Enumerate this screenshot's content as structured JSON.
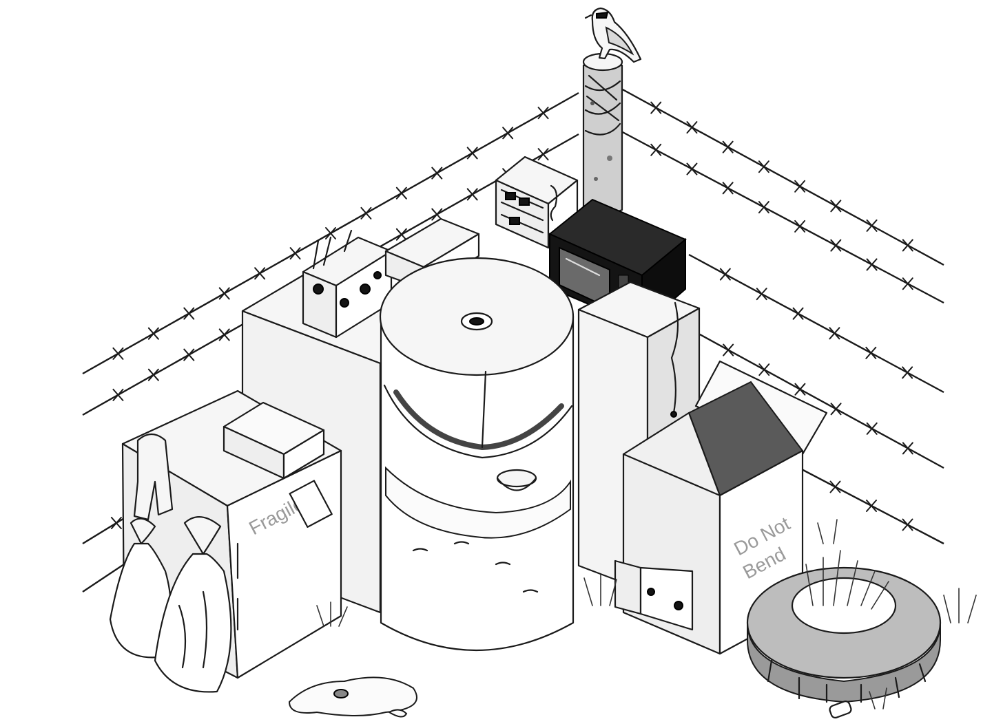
{
  "scene": {
    "labels": {
      "fragile": "Fragile",
      "do_not_line1": "Do Not",
      "do_not_line2": "Bend"
    },
    "colors": {
      "ink": "#1a1a1a",
      "paper": "#ffffff",
      "label_grey": "#9a9a9a",
      "shadow": "#d9d9d9"
    },
    "icons": [
      "bird-icon",
      "barbed-wire-icon",
      "microwave-icon",
      "tire-icon",
      "trash-bag-icon",
      "barrel-icon",
      "cardboard-box-icon",
      "post-icon"
    ]
  }
}
